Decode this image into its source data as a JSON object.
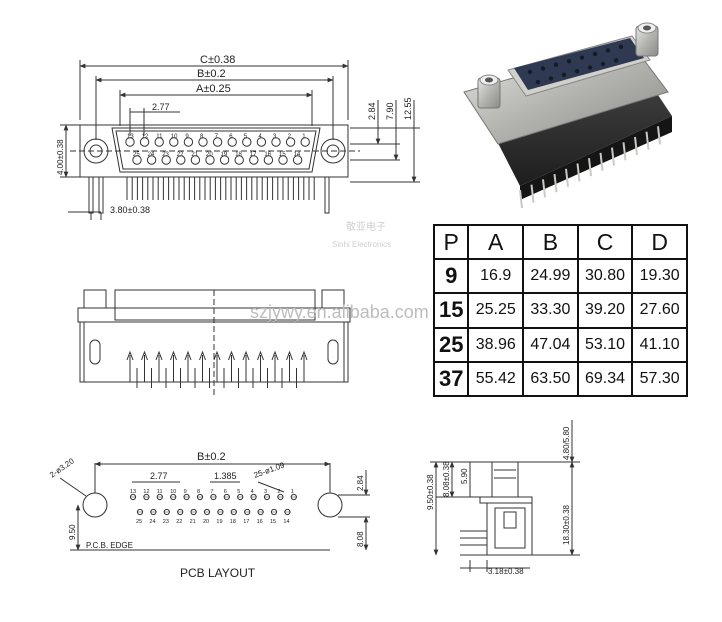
{
  "top_view": {
    "dim_c": "C±0.38",
    "dim_b": "B±0.2",
    "dim_a": "A±0.25",
    "pitch": "2.77",
    "dim_284": "2.84",
    "dim_790": "7.90",
    "dim_1255": "12.55",
    "dim_400": "4.00±0.38",
    "dim_380": "3.80±0.38",
    "pins_top": [
      "13",
      "12",
      "11",
      "10",
      "9",
      "8",
      "7",
      "6",
      "5",
      "4",
      "3",
      "2",
      "1"
    ],
    "pins_bottom": [
      "25",
      "24",
      "23",
      "22",
      "21",
      "20",
      "19",
      "18",
      "17",
      "16",
      "15",
      "14"
    ]
  },
  "pcb_layout": {
    "dim_b": "B±0.2",
    "pitch": "2.77",
    "pitch2": "1.385",
    "hole_note": "25-ø1.09",
    "mount_hole": "2-ø3.20",
    "dim_284": "2.84",
    "dim_950": "9.50",
    "dim_808": "8.08",
    "edge": "P.C.B. EDGE",
    "title": "PCB LAYOUT",
    "pins_top": [
      "13",
      "12",
      "11",
      "10",
      "9",
      "8",
      "7",
      "6",
      "5",
      "4",
      "3",
      "2",
      "1"
    ],
    "pins_bottom": [
      "25",
      "24",
      "23",
      "22",
      "21",
      "20",
      "19",
      "18",
      "17",
      "16",
      "15",
      "14"
    ]
  },
  "side_view": {
    "dim_950": "9.50±0.38",
    "dim_808": "8.08±0.38",
    "dim_590": "5.90",
    "dim_480": "4.80/5.80",
    "dim_1830": "18.30±0.38",
    "dim_318": "3.18±0.38"
  },
  "table": {
    "headers": [
      "P",
      "A",
      "B",
      "C",
      "D"
    ],
    "rows": [
      [
        "9",
        "16.9",
        "24.99",
        "30.80",
        "19.30"
      ],
      [
        "15",
        "25.25",
        "33.30",
        "39.20",
        "27.60"
      ],
      [
        "25",
        "38.96",
        "47.04",
        "53.10",
        "41.10"
      ],
      [
        "37",
        "55.42",
        "63.50",
        "69.34",
        "57.30"
      ]
    ]
  },
  "watermark": {
    "site": "szjywy.en.alibaba.com",
    "cn": "敬亚电子",
    "en": "Sinhi Electronics"
  },
  "colors": {
    "connector_body": "#2f3a52",
    "shell": "#b8b8b4",
    "housing": "#2a2a2a",
    "line": "#333333"
  }
}
